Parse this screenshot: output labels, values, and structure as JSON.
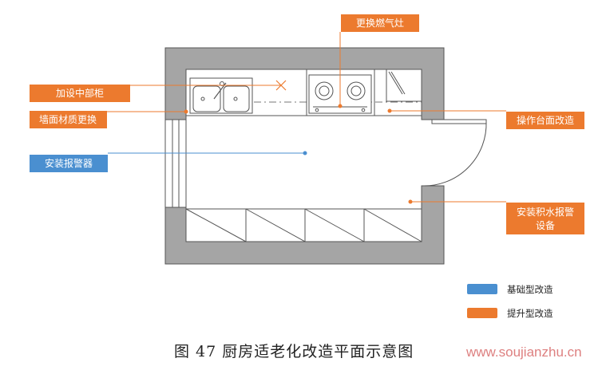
{
  "labels": {
    "gas_stove": "更换燃气灶",
    "mid_cabinet": "加设中部柜",
    "wall_material": "墙面材质更换",
    "alarm": "安装报警器",
    "countertop": "操作台面改造",
    "water_alarm_line1": "安装积水报警",
    "water_alarm_line2": "设备"
  },
  "legend": {
    "basic": "基础型改造",
    "upgrade": "提升型改造"
  },
  "caption": "图 47 厨房适老化改造平面示意图",
  "watermark": "www.soujianzhu.cn",
  "colors": {
    "basic": "#4a8fd0",
    "upgrade": "#ec7a2e",
    "wall": "#a5a5a5",
    "line": "#555555"
  }
}
